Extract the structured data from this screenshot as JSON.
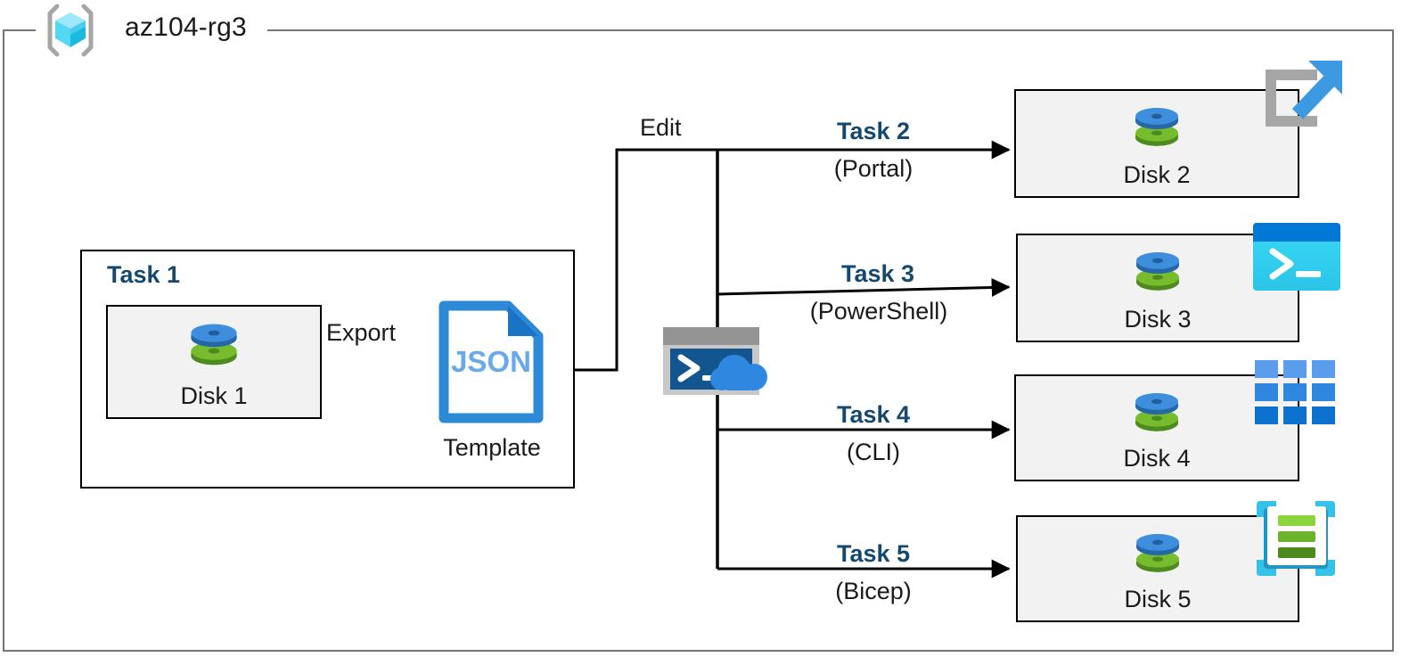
{
  "diagram": {
    "resource_group": {
      "name": "az104-rg3",
      "icon": "azure-resource-group-icon"
    },
    "colors": {
      "task_label": "#15486F",
      "box_fill": "#F2F2F2",
      "box_stroke": "#000000",
      "rg_stroke": "#767676",
      "disk_blue": "#3E8EDE",
      "disk_green": "#6CB22D",
      "json_blue": "#2C8AD6",
      "cloudshell_dark": "#13568F",
      "powershell_cyan": "#2BD1F5",
      "cli_blue": "#2F87E0",
      "bicep_cyan": "#35C1E8",
      "bicep_green": "#76BC2D"
    },
    "task1": {
      "heading": "Task 1",
      "disk": {
        "label": "Disk 1",
        "icon": "managed-disk-icon"
      },
      "export_edge": "Export",
      "template": {
        "file_type": "JSON",
        "label": "Template",
        "icon": "json-file-icon"
      }
    },
    "edit_edge": "Edit",
    "cloudshell": {
      "icon": "cloud-shell-icon"
    },
    "branches": [
      {
        "task": "Task 2",
        "tool": "(Portal)",
        "disk_label": "Disk 2",
        "disk_icon": "managed-disk-icon",
        "tool_icon": "azure-portal-icon"
      },
      {
        "task": "Task 3",
        "tool": "(PowerShell)",
        "disk_label": "Disk 3",
        "disk_icon": "managed-disk-icon",
        "tool_icon": "powershell-icon"
      },
      {
        "task": "Task 4",
        "tool": "(CLI)",
        "disk_label": "Disk 4",
        "disk_icon": "managed-disk-icon",
        "tool_icon": "azure-cli-icon"
      },
      {
        "task": "Task 5",
        "tool": "(Bicep)",
        "disk_label": "Disk 5",
        "disk_icon": "managed-disk-icon",
        "tool_icon": "bicep-icon"
      }
    ]
  }
}
